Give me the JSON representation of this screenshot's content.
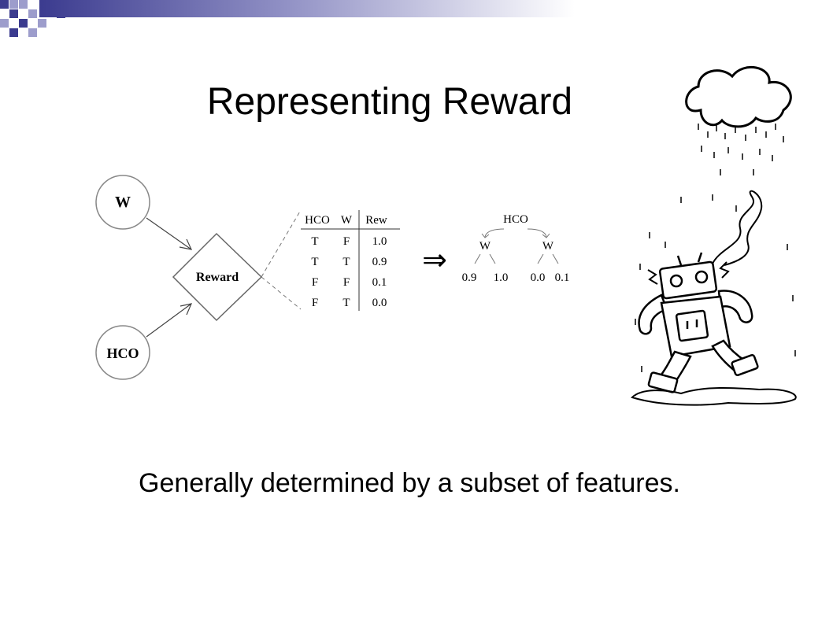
{
  "slide": {
    "title": "Representing Reward",
    "caption": "Generally determined by a subset of features."
  },
  "network": {
    "node_w": "W",
    "node_hco": "HCO",
    "node_reward": "Reward"
  },
  "table": {
    "headers": [
      "HCO",
      "W",
      "Rew"
    ],
    "rows": [
      [
        "T",
        "F",
        "1.0"
      ],
      [
        "T",
        "T",
        "0.9"
      ],
      [
        "F",
        "F",
        "0.1"
      ],
      [
        "F",
        "T",
        "0.0"
      ]
    ]
  },
  "implies_symbol": "⇒",
  "tree": {
    "root": "HCO",
    "left_node": "W",
    "right_node": "W",
    "leaves": [
      "0.9",
      "1.0",
      "0.0",
      "0.1"
    ]
  },
  "colors": {
    "accent_dark": "#3b3b8f",
    "accent_light": "#9d9dcc"
  },
  "icons": {
    "corner": "square-pattern-decoration",
    "illustration": "robot-in-rain-cloud"
  }
}
